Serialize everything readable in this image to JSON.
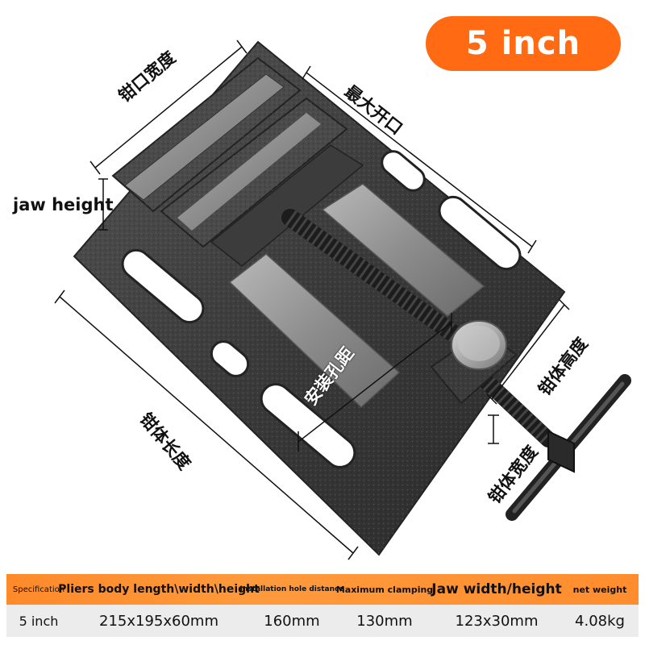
{
  "badge": {
    "label": "5 inch"
  },
  "annotations": {
    "jaw_width": "钳口宽度",
    "max_opening": "最大开口",
    "jaw_height": "jaw height",
    "body_length": "钳体长度",
    "mounting_hole_distance": "安装孔距",
    "body_height": "钳体高度",
    "body_width": "钳体宽度"
  },
  "spec_table": {
    "headers": [
      "Specification",
      "Pliers body length\\width\\height",
      "Installation hole distance",
      "Maximum clamping",
      "Jaw width/height",
      "net weight"
    ],
    "row": [
      "5 inch",
      "215x195x60mm",
      "160mm",
      "130mm",
      "123x30mm",
      "4.08kg"
    ]
  },
  "colors": {
    "accent": "#ff6a12",
    "header_bar": "#ff8d2e",
    "body_metal": "#3b3b3b",
    "steel": "#9a9a9a"
  }
}
